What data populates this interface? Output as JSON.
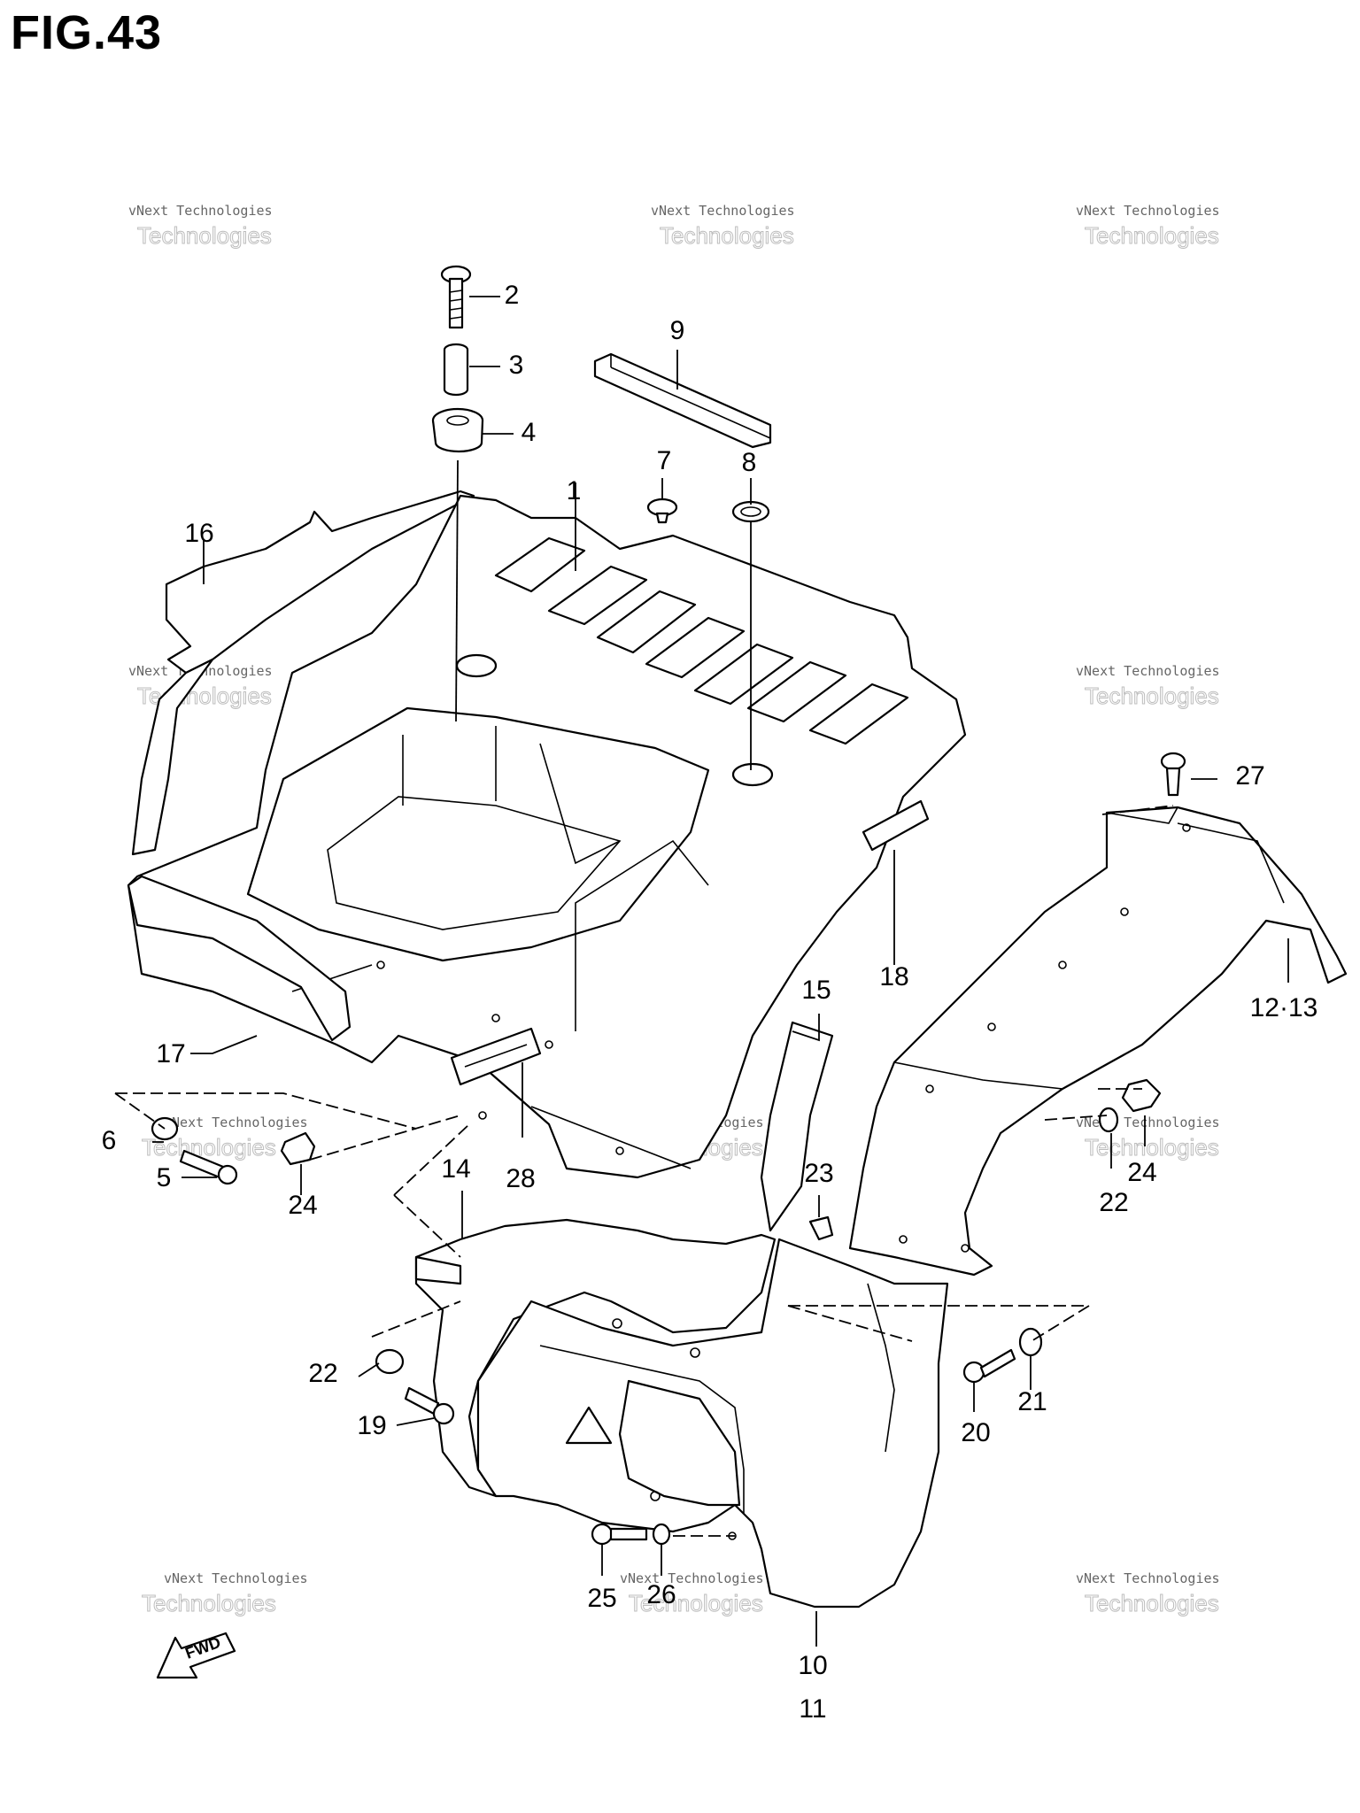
{
  "figure": {
    "title": "FIG.43"
  },
  "watermark": {
    "line1": "vNext Technologies",
    "line2": "Technologies",
    "line3": "vNext"
  },
  "fwd_label": "FWD",
  "callouts": [
    {
      "id": "c1",
      "label": "1"
    },
    {
      "id": "c2",
      "label": "2"
    },
    {
      "id": "c3",
      "label": "3"
    },
    {
      "id": "c4",
      "label": "4"
    },
    {
      "id": "c5",
      "label": "5"
    },
    {
      "id": "c6",
      "label": "6"
    },
    {
      "id": "c7",
      "label": "7"
    },
    {
      "id": "c8",
      "label": "8"
    },
    {
      "id": "c9",
      "label": "9"
    },
    {
      "id": "c10",
      "label": "10"
    },
    {
      "id": "c11",
      "label": "11"
    },
    {
      "id": "c12",
      "label": "12·13"
    },
    {
      "id": "c14",
      "label": "14"
    },
    {
      "id": "c15",
      "label": "15"
    },
    {
      "id": "c16",
      "label": "16"
    },
    {
      "id": "c17",
      "label": "17"
    },
    {
      "id": "c18",
      "label": "18"
    },
    {
      "id": "c19",
      "label": "19"
    },
    {
      "id": "c20",
      "label": "20"
    },
    {
      "id": "c21",
      "label": "21"
    },
    {
      "id": "c22a",
      "label": "22"
    },
    {
      "id": "c22b",
      "label": "22"
    },
    {
      "id": "c23",
      "label": "23"
    },
    {
      "id": "c24a",
      "label": "24"
    },
    {
      "id": "c24b",
      "label": "24"
    },
    {
      "id": "c25",
      "label": "25"
    },
    {
      "id": "c26",
      "label": "26"
    },
    {
      "id": "c27",
      "label": "27"
    },
    {
      "id": "c28",
      "label": "28"
    }
  ]
}
